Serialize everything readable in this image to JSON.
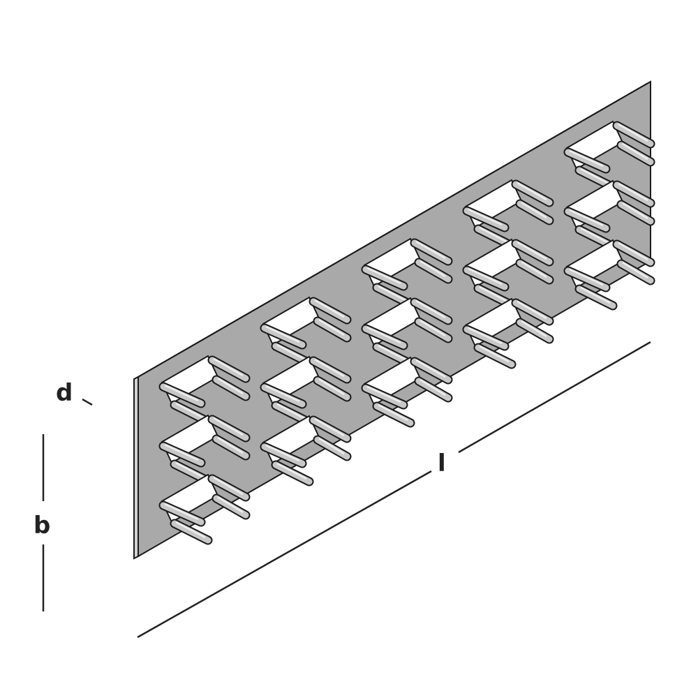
{
  "labels": {
    "thickness": "d",
    "width": "b",
    "length": "l"
  },
  "plate": {
    "columns": 5,
    "rows": 3
  },
  "colors": {
    "plate": "#a9a9a9",
    "plate_edge": "#d4d4d4",
    "outline": "#1a1a1a",
    "tooth": "#c8c8c8",
    "slot": "#ffffff",
    "dimension_line": "#222222"
  }
}
